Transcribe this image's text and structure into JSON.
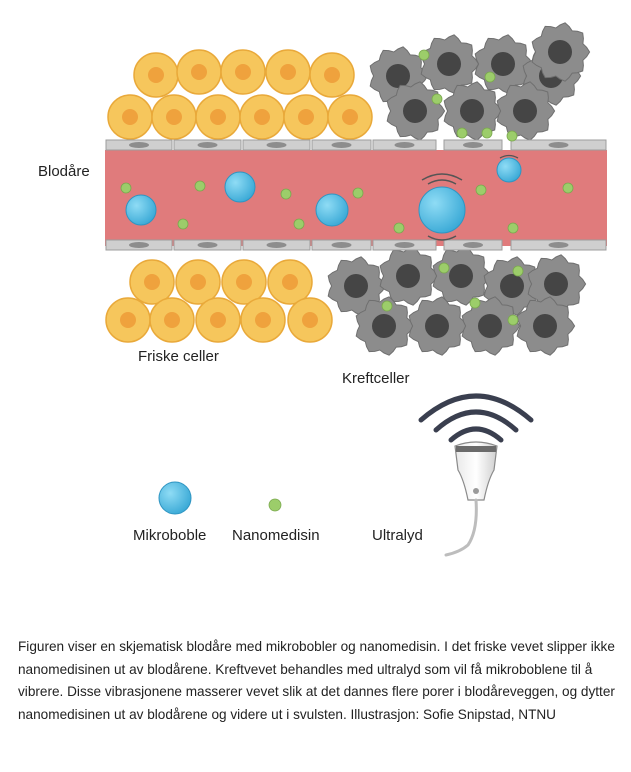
{
  "labels": {
    "blood_vessel": "Blodåre",
    "healthy_cells": "Friske celler",
    "cancer_cells": "Kreftceller"
  },
  "legend": {
    "microbubble": "Mikroboble",
    "nanomedicine": "Nanomedisin",
    "ultrasound": "Ultralyd"
  },
  "caption": "Figuren viser en skjematisk blodåre med mikrobobler og nanomedisin. I det friske vevet slipper ikke nanomedisinen ut av blodårene. Kreftvevet behandles med ultralyd som vil få mikroboblene til å vibrere. Disse vibrasjonene masserer vevet slik at det dannes flere porer i blodåreveggen, og dytter nanomedisinen ut av blodårene og videre ut i svulsten. Illustrasjon: Sofie Snipstad, NTNU",
  "colors": {
    "healthy_cell": "#f6c65c",
    "healthy_cell_stroke": "#e9a93a",
    "healthy_nucleus": "#efa23d",
    "cancer_cell": "#8c8c8c",
    "cancer_nucleus": "#454545",
    "vessel": "#e07b7c",
    "wall": "#cfcfcf",
    "microbubble": "#5bc2e3",
    "nanomedicine": "#9ccd6a"
  },
  "icons": [
    "ultrasound-probe-icon",
    "microbubble-icon",
    "nanomedicine-icon"
  ]
}
